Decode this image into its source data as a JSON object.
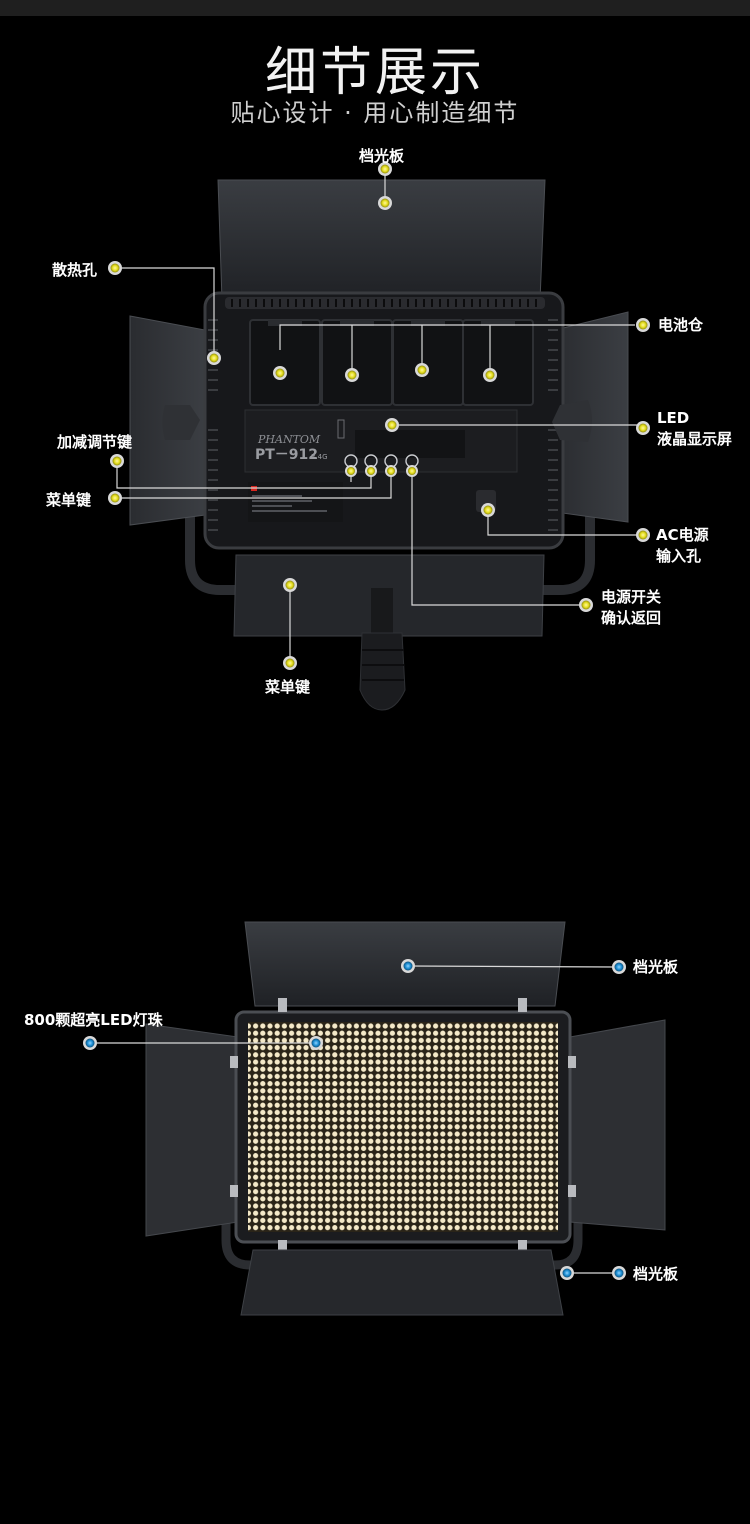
{
  "header": {
    "title": "细节展示",
    "subtitle": "贴心设计 · 用心制造细节"
  },
  "back_view": {
    "labels": {
      "barn_door_top": "档光板",
      "heat_vents": "散热孔",
      "battery_bay": "电池仓",
      "lcd_line1": "LED",
      "lcd_line2": "液晶显示屏",
      "adjust_keys": "加减调节键",
      "menu_key_left": "菜单键",
      "ac_input_line1": "AC电源",
      "ac_input_line2": "输入孔",
      "power_line1": "电源开关",
      "power_line2": "确认返回",
      "menu_key_bottom": "菜单键"
    },
    "panel": {
      "brand": "PHANTOM",
      "model": "PT－912",
      "model_suffix": "2.4G"
    },
    "marker_color": "#e6e020"
  },
  "front_view": {
    "labels": {
      "barn_door_top": "档光板",
      "led_beads": "800颗超亮LED灯珠",
      "barn_door_bottom": "档光板"
    },
    "marker_color": "#1e90d6",
    "led_color": "#f4e9c8"
  }
}
